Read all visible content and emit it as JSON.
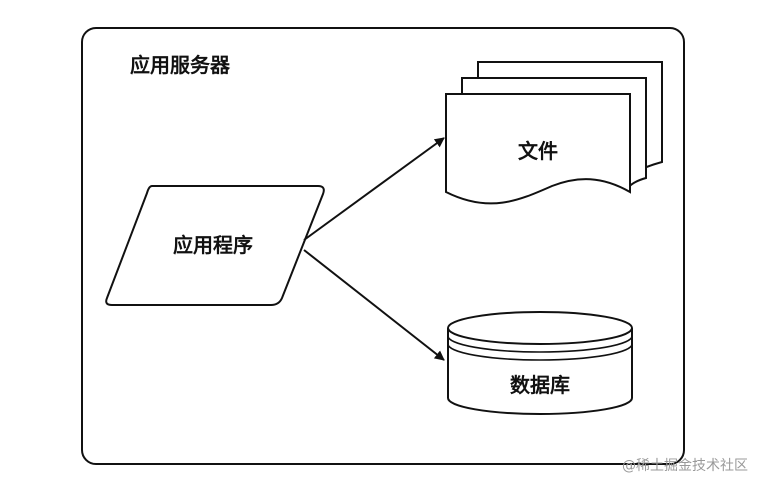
{
  "container": {
    "title": "应用服务器"
  },
  "nodes": {
    "app": {
      "label": "应用程序"
    },
    "file": {
      "label": "文件"
    },
    "db": {
      "label": "数据库"
    }
  },
  "watermark": "@稀土掘金技术社区",
  "colors": {
    "stroke": "#111111",
    "fill": "#ffffff",
    "background": "#ffffff"
  }
}
